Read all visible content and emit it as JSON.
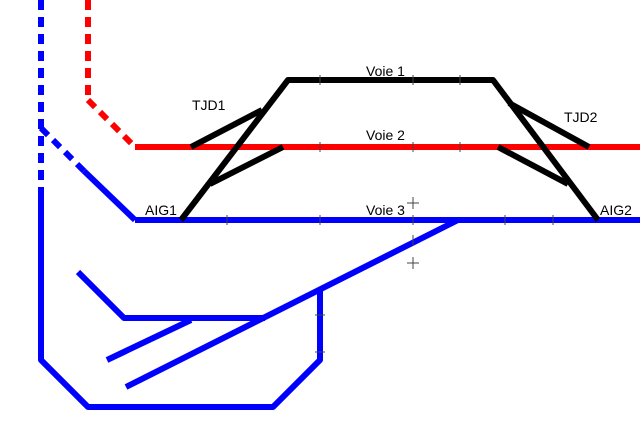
{
  "labels": {
    "voie1": "Voie 1",
    "voie2": "Voie 2",
    "voie3": "Voie 3",
    "tjd1": "TJD1",
    "tjd2": "TJD2",
    "aig1": "AIG1",
    "aig2": "AIG2"
  },
  "colors": {
    "voie1": "#000000",
    "voie2": "#ff0000",
    "voie3": "#0000ff",
    "tick": "#444444"
  }
}
